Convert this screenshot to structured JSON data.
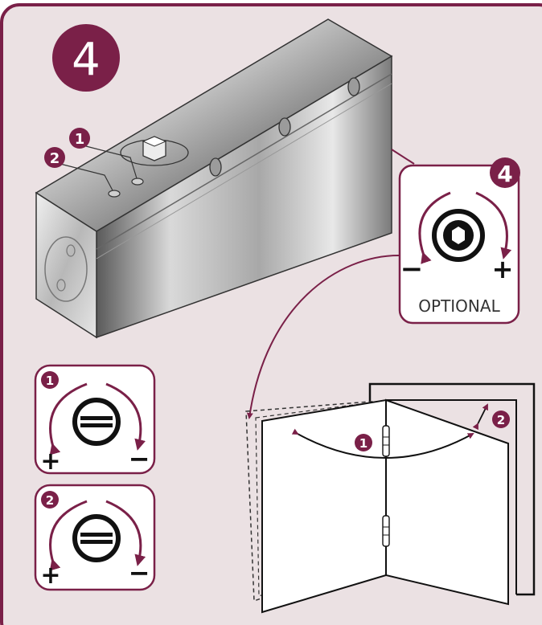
{
  "step": {
    "number": "4"
  },
  "callouts": {
    "screw_1": "1",
    "screw_2": "2",
    "optional_badge": "4"
  },
  "optional_panel": {
    "minus": "−",
    "plus": "+",
    "label": "OPTIONAL"
  },
  "adjust_panel_1": {
    "badge": "1",
    "plus": "+",
    "minus": "−"
  },
  "adjust_panel_2": {
    "badge": "2",
    "plus": "+",
    "minus": "−"
  },
  "door_callouts": {
    "arc_1": "1",
    "gap_2": "2"
  },
  "colors": {
    "brand": "#7a2048",
    "background": "#ebe1e3",
    "panel_fill": "#ffffff"
  },
  "icons": {
    "optional_screw": "hex-screw-icon",
    "adjust_screw": "slotted-screw-icon"
  }
}
